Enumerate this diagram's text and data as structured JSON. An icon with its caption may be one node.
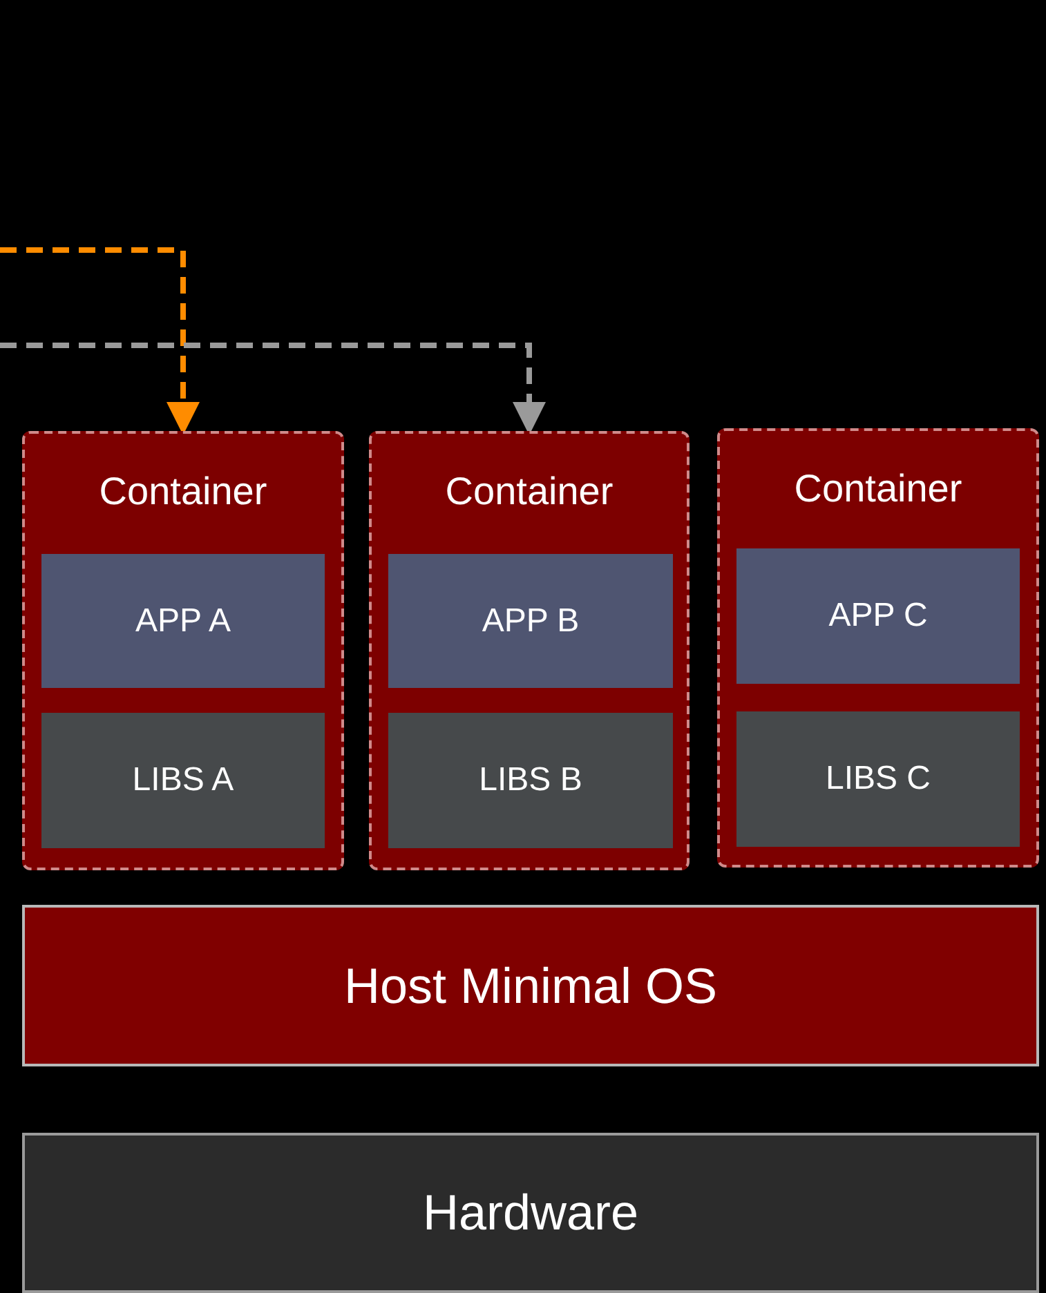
{
  "diagram": {
    "nodes": [
      {
        "text": [
          "Container"
        ]
      },
      {
        "text": [
          "APP A"
        ],
        "in": 0
      },
      {
        "text": [
          "LIBS A"
        ],
        "in": 0
      },
      {
        "text": [
          "Container"
        ]
      },
      {
        "text": [
          "APP B"
        ],
        "in": 3
      },
      {
        "text": [
          "LIBS B"
        ],
        "in": 3
      },
      {
        "text": [
          "Container"
        ]
      },
      {
        "text": [
          "APP C"
        ],
        "in": 6
      },
      {
        "text": [
          "LIBS C"
        ],
        "in": 6
      },
      {
        "text": [
          "Host Minimal OS"
        ]
      },
      {
        "text": [
          "Hardware"
        ]
      }
    ],
    "edges": [
      {
        "from": null,
        "to": 0,
        "arrow": "to",
        "style": "dashed",
        "color": "#ff8c00"
      },
      {
        "from": null,
        "to": 3,
        "arrow": "to",
        "style": "dashed",
        "color": "#9a9a9a"
      }
    ]
  }
}
